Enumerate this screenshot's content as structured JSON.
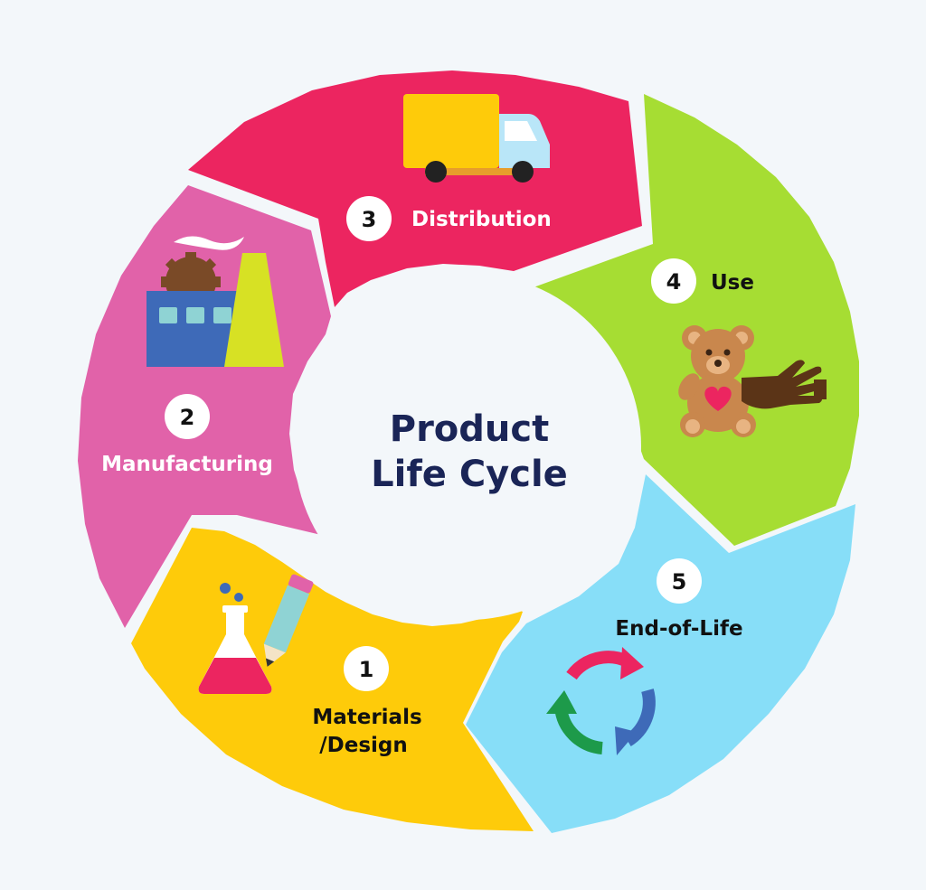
{
  "title": {
    "line1": "Product",
    "line2": "Life Cycle"
  },
  "stages": [
    {
      "number": "1",
      "label_lines": [
        "Materials",
        "/Design"
      ],
      "icon": "flask-pencil-icon",
      "color": "#fecb0a"
    },
    {
      "number": "2",
      "label_lines": [
        "Manufacturing"
      ],
      "icon": "factory-icon",
      "color": "#e162a9"
    },
    {
      "number": "3",
      "label_lines": [
        "Distribution"
      ],
      "icon": "truck-icon",
      "color": "#ec2560"
    },
    {
      "number": "4",
      "label_lines": [
        "Use"
      ],
      "icon": "teddy-bear-hand-icon",
      "color": "#a6dd33"
    },
    {
      "number": "5",
      "label_lines": [
        "End-of-Life"
      ],
      "icon": "recycle-arrows-icon",
      "color": "#87def8"
    }
  ],
  "colors": {
    "background": "#f3f7fa",
    "center_fill": "#f3f7fa",
    "title_text": "#1a2557",
    "badge_fill": "#ffffff",
    "label_dark": "#111111",
    "label_light": "#ffffff"
  }
}
